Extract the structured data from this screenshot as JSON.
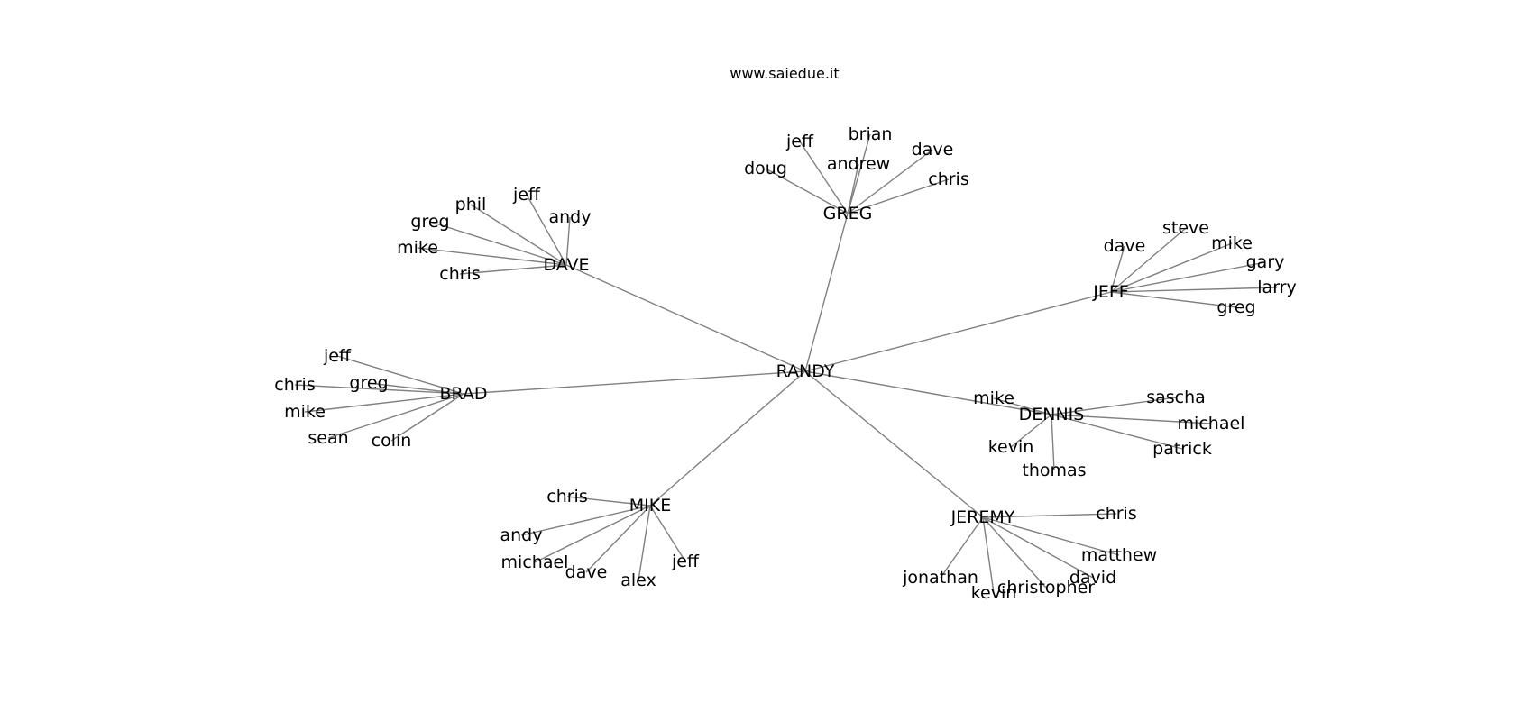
{
  "title": "www.saiedue.it",
  "colors": {
    "edge": "#808080",
    "text": "#000000",
    "background": "#ffffff"
  },
  "root": "RANDY",
  "groups": [
    {
      "hub": "GREG",
      "members": [
        "doug",
        "jeff",
        "andrew",
        "brian",
        "dave",
        "chris"
      ]
    },
    {
      "hub": "DAVE",
      "members": [
        "phil",
        "jeff",
        "andy",
        "greg",
        "mike",
        "chris"
      ]
    },
    {
      "hub": "JEFF",
      "members": [
        "dave",
        "steve",
        "mike",
        "gary",
        "larry",
        "greg"
      ]
    },
    {
      "hub": "BRAD",
      "members": [
        "jeff",
        "chris",
        "greg",
        "mike",
        "sean",
        "colin"
      ]
    },
    {
      "hub": "DENNIS",
      "members": [
        "mike",
        "sascha",
        "michael",
        "kevin",
        "patrick",
        "thomas"
      ]
    },
    {
      "hub": "MIKE",
      "members": [
        "chris",
        "andy",
        "michael",
        "dave",
        "alex",
        "jeff"
      ]
    },
    {
      "hub": "JEREMY",
      "members": [
        "chris",
        "matthew",
        "david",
        "jonathan",
        "kevin",
        "christopher"
      ]
    }
  ]
}
